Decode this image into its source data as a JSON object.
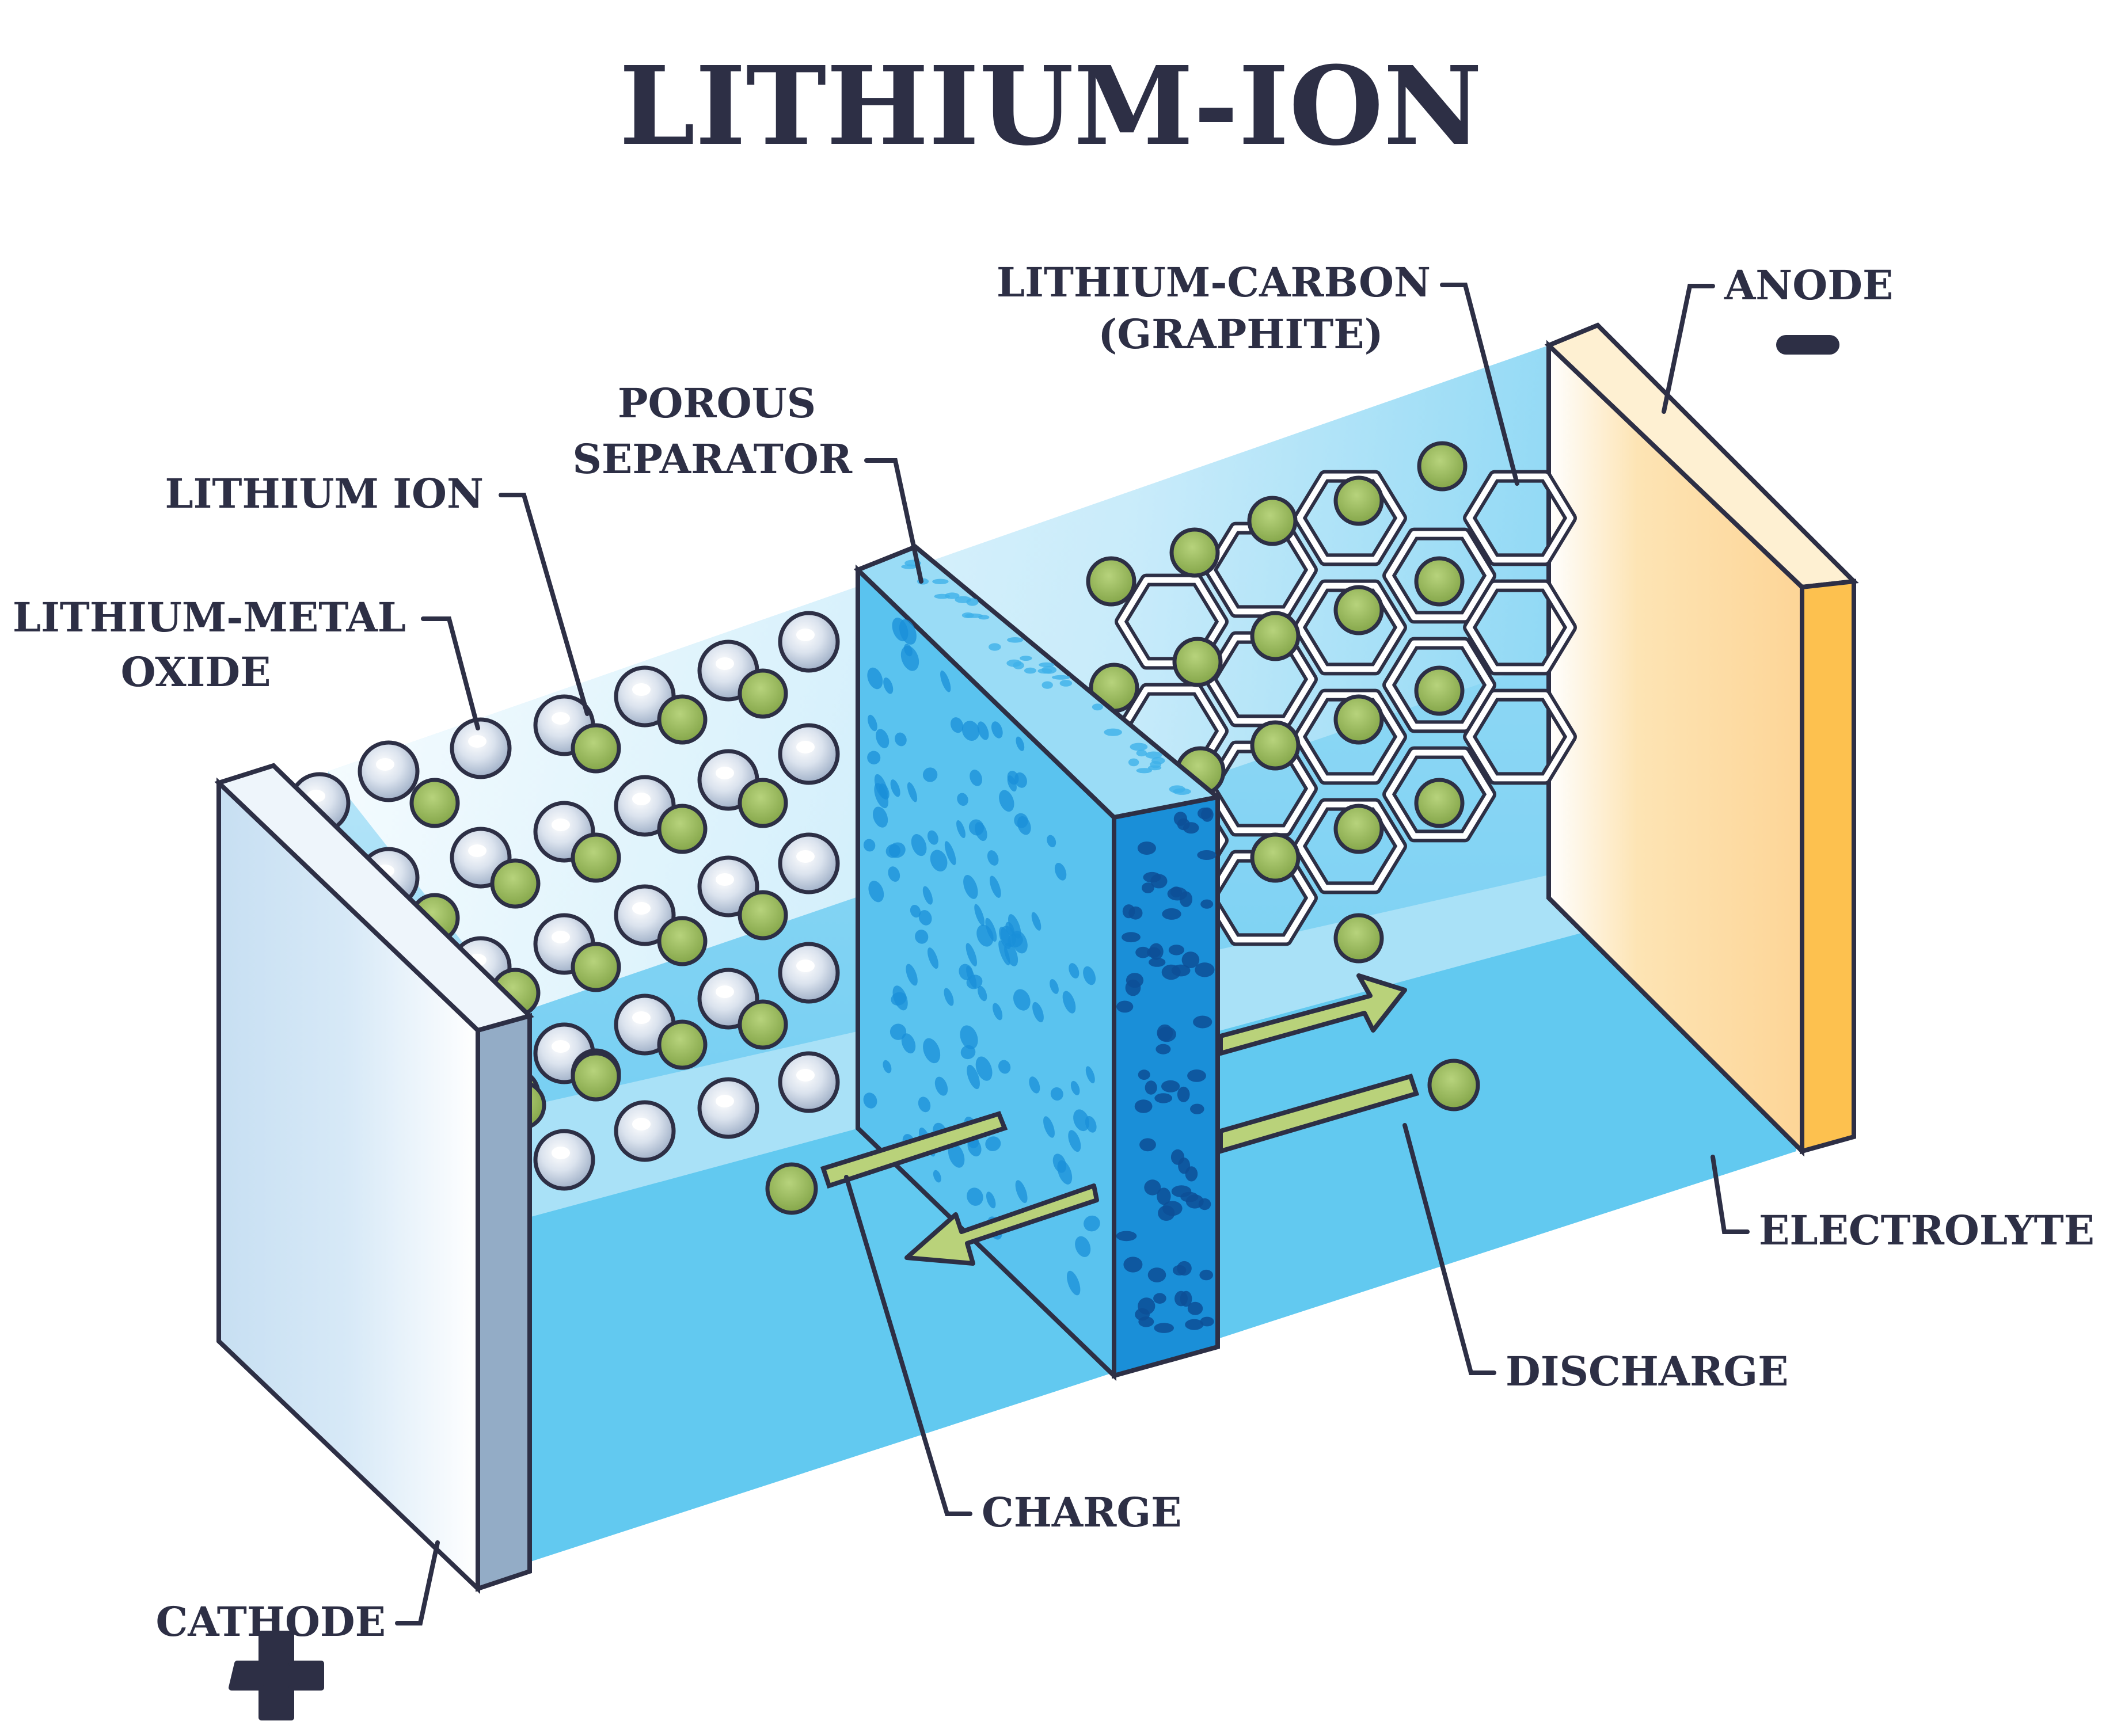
{
  "title": "LITHIUM-ION",
  "labels": {
    "lithium_carbon_line1": "LITHIUM-CARBON",
    "lithium_carbon_line2": "(GRAPHITE)",
    "anode": "ANODE",
    "porous_line1": "POROUS",
    "porous_line2": "SEPARATOR",
    "lithium_ion": "LITHIUM ION",
    "lithium_metal_line1": "LITHIUM-METAL",
    "lithium_metal_line2": "OXIDE",
    "electrolyte": "ELECTROLYTE",
    "discharge": "DISCHARGE",
    "charge": "CHARGE",
    "cathode": "CATHODE"
  },
  "icons": {
    "anode_sign": "minus-icon",
    "cathode_sign": "plus-icon"
  },
  "colors": {
    "ink": "#2d2f45",
    "electrolyte": "#62c9f0",
    "cathode_face": "#c7dff2",
    "cathode_edge": "#93acc6",
    "anode_face": "#fdd597",
    "anode_edge": "#fdc14f",
    "separator_face": "#5ac3ef",
    "separator_edge": "#1a8fd8",
    "lithium_ion": "#8eb04c",
    "arrow": "#b9d27a"
  }
}
